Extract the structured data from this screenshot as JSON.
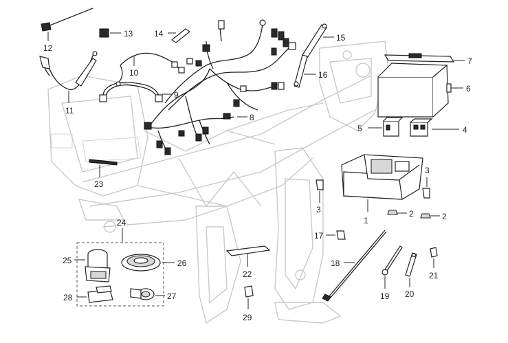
{
  "callouts": {
    "c1": "1",
    "c2a": "2",
    "c2b": "2",
    "c3a": "3",
    "c3b": "3",
    "c4": "4",
    "c5": "5",
    "c6": "6",
    "c7": "7",
    "c8": "8",
    "c9": "9",
    "c10": "10",
    "c11": "11",
    "c12": "12",
    "c13": "13",
    "c14": "14",
    "c15": "15",
    "c16": "16",
    "c17": "17",
    "c18": "18",
    "c19": "19",
    "c20": "20",
    "c21": "21",
    "c22": "22",
    "c23": "23",
    "c24": "24",
    "c25": "25",
    "c26": "26",
    "c27": "27",
    "c28": "28",
    "c29": "29"
  }
}
